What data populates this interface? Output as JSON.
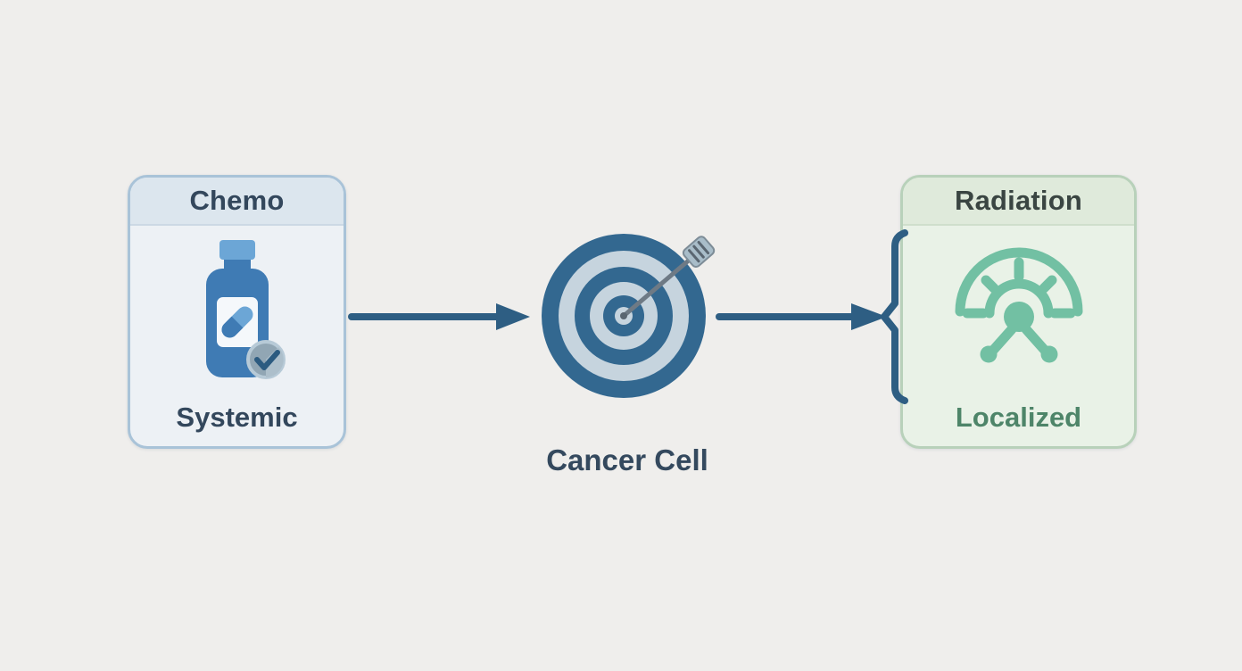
{
  "page": {
    "background_color": "#efeeec"
  },
  "cards": [
    {
      "id": "chemo",
      "title": "Chemo",
      "label": "Systemic",
      "icon": "pill-bottle-icon",
      "border_color": "#a9c3d8",
      "header_bg": "#dce6ee",
      "body_bg": "#edf1f5",
      "title_color": "#33475c",
      "label_color": "#33475c",
      "icon_colors": {
        "primary": "#3f7bb4",
        "secondary": "#6ca6d6",
        "badge": "#91a6b4",
        "badge_ring": "#b7cad7",
        "check": "#2c5b80"
      }
    },
    {
      "id": "radiation",
      "title": "Radiation",
      "label": "Localized",
      "icon": "radiation-icon",
      "border_color": "#b8d1ba",
      "header_bg": "#dfeadb",
      "body_bg": "#e9f2e7",
      "title_color": "#3a4542",
      "label_color": "#4e8569",
      "icon_colors": {
        "primary": "#72c0a3"
      }
    }
  ],
  "center": {
    "label": "Cancer Cell",
    "icon": "target-dart-icon",
    "label_color": "#34495e",
    "target_colors": {
      "dark": "#336890",
      "light": "#c6d4de",
      "dart_shaft": "#6e7a85",
      "dart_fletching": "#a9bdc9",
      "dart_fletching_stripes": "#5a6671"
    }
  },
  "connectors": {
    "color": "#2e5e83"
  }
}
